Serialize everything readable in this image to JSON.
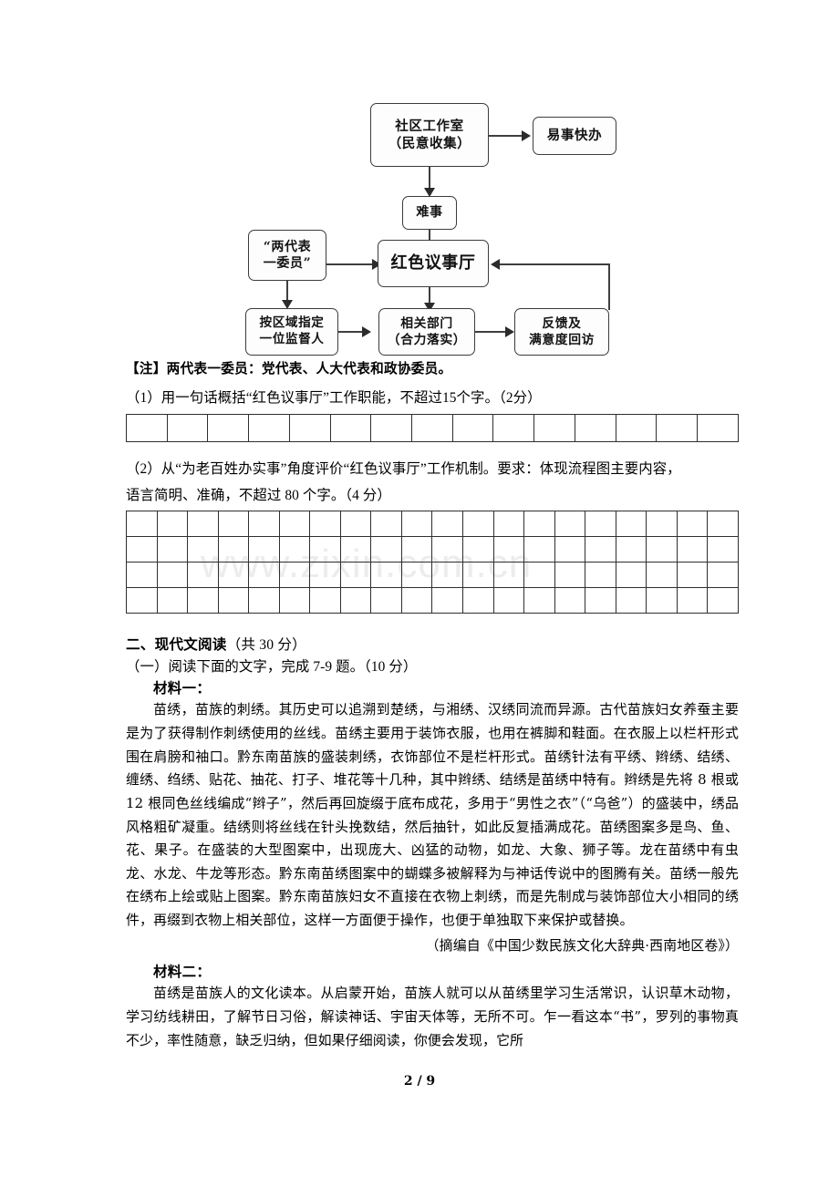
{
  "document": {
    "page_footer": "2 / 9",
    "watermark": "www.zixin.com.cn"
  },
  "flowchart": {
    "nodes": {
      "community_office": "社区工作室\n（民意收集）",
      "community_office_l1": "社区工作室",
      "community_office_l2": "（民意收集）",
      "easy_matters": "易事快办",
      "hard_matters": "难事",
      "two_reps": "“两代表",
      "two_reps_l2": "一委员”",
      "red_hall": "红色议事厅",
      "supervisor_l1": "按区域指定",
      "supervisor_l2": "一位监督人",
      "departments_l1": "相关部门",
      "departments_l2": "（合力落实）",
      "feedback_l1": "反馈及",
      "feedback_l2": "满意度回访"
    }
  },
  "note": "【注】两代表一委员：党代表、人大代表和政协委员。",
  "questions": [
    {
      "id": "q1",
      "text": "（1）用一句话概括“红色议事厅”工作职能，不超过15个字。（2分）",
      "grid_cols": 15,
      "grid_rows": 1
    },
    {
      "id": "q2",
      "text_line1": "（2）从“为老百姓办实事”角度评价“红色议事厅”工作机制。要求：体现流程图主要内容，",
      "text_line2": "语言简明、准确，不超过 80 个字。（4 分）",
      "grid_cols": 20,
      "grid_rows": 4
    }
  ],
  "section_two": {
    "heading_bold": "二、现代文阅读",
    "heading_rest": "（共 30 分）",
    "sub_heading": "（一）阅读下面的文字，完成 7-9 题。（10 分）",
    "material_one": {
      "label": "材料一：",
      "body": "苗绣，苗族的刺绣。其历史可以追溯到楚绣，与湘绣、汉绣同流而异源。古代苗族妇女养蚕主要是为了获得制作刺绣使用的丝线。苗绣主要用于装饰衣服，也用在裤脚和鞋面。在衣服上以栏杆形式围在肩膀和袖口。黔东南苗族的盛装刺绣，衣饰部位不是栏杆形式。苗绣针法有平绣、辫绣、结绣、缠绣、绉绣、贴花、抽花、打子、堆花等十几种，其中辫绣、结绣是苗绣中特有。辫绣是先将 8 根或 12 根同色丝线编成“辫子”，然后再回旋缀于底布成花，多用于“男性之衣”（“乌爸”）的盛装中，绣品风格粗矿凝重。结绣则将丝线在针头挽数结，然后抽针，如此反复插满成花。苗绣图案多是鸟、鱼、花、果子。在盛装的大型图案中，出现庞大、凶猛的动物，如龙、大象、狮子等。龙在苗绣中有虫龙、水龙、牛龙等形态。黔东南苗绣图案中的蝴蝶多被解释为与神话传说中的图腾有关。苗绣一般先在绣布上绘或贴上图案。黔东南苗族妇女不直接在衣物上刺绣，而是先制成与装饰部位大小相同的绣件，再缀到衣物上相关部位，这样一方面便于操作，也便于单独取下来保护或替换。",
      "source": "（摘编自《中国少数民族文化大辞典·西南地区卷》）"
    },
    "material_two": {
      "label": "材料二：",
      "body": "苗绣是苗族人的文化读本。从启蒙开始，苗族人就可以从苗绣里学习生活常识，认识草木动物，学习纺线耕田，了解节日习俗，解读神话、宇宙天体等，无所不可。乍一看这本“书”，罗列的事物真不少，率性随意，缺乏归纳，但如果仔细阅读，你便会发现，它所"
    }
  }
}
